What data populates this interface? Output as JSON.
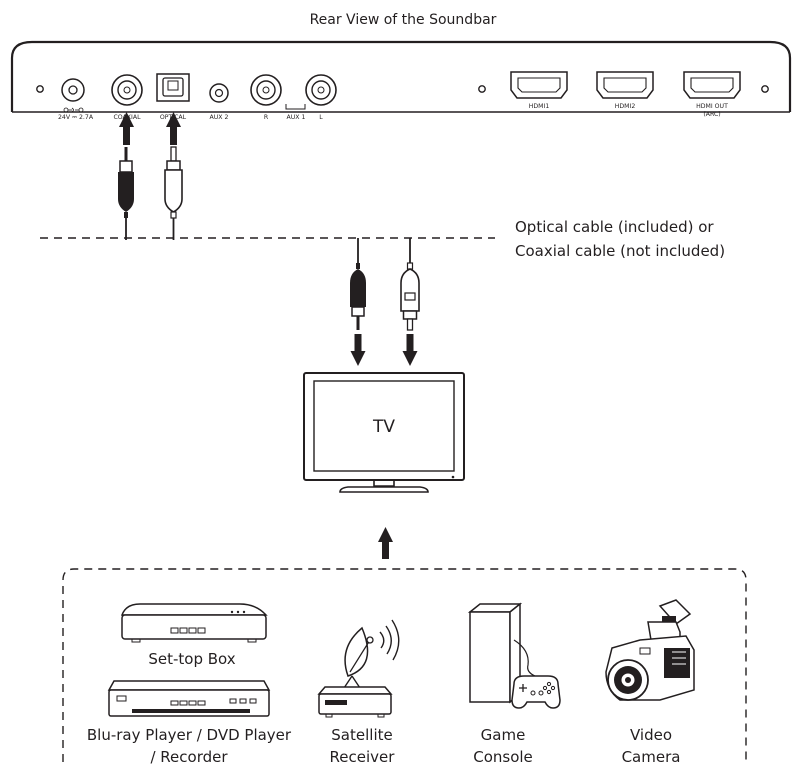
{
  "title": "Rear View of the Soundbar",
  "soundbar": {
    "power_label": "24V ⎓ 2.7A",
    "ports": {
      "coaxial": "COAXIAL",
      "optical": "OPTICAL",
      "aux2": "AUX 2",
      "r": "R",
      "aux1": "AUX 1",
      "l": "L",
      "hdmi1": "HDMI1",
      "hdmi2": "HDMI2",
      "hdmi_out_1": "HDMI OUT",
      "hdmi_out_2": "(ARC)"
    }
  },
  "cable_note": {
    "line1": "Optical cable (included) or",
    "line2": "Coaxial cable (not included)"
  },
  "tv_label": "TV",
  "devices": {
    "settop": "Set-top Box",
    "bluray": [
      "Blu-ray Player / DVD Player",
      "/ Recorder"
    ],
    "satellite": [
      "Satellite",
      "Receiver"
    ],
    "console": [
      "Game",
      "Console"
    ],
    "camera": [
      "Video",
      "Camera"
    ]
  },
  "colors": {
    "ink": "#231f20",
    "background": "#ffffff"
  }
}
